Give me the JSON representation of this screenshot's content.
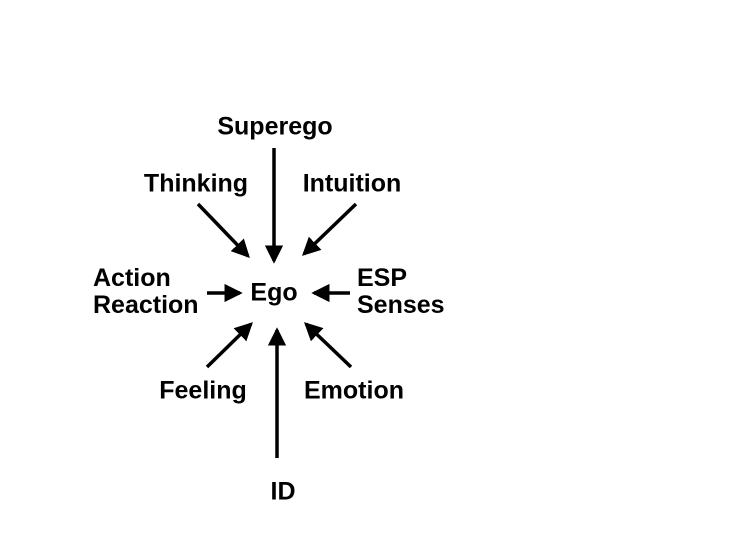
{
  "diagram": {
    "type": "converging-arrows",
    "description": "Eight labeled sources with arrows all pointing inward to a central Ego node",
    "center": {
      "label": "Ego"
    },
    "nodes": {
      "superego": {
        "label": "Superego",
        "position": "top"
      },
      "thinking": {
        "label": "Thinking",
        "position": "upper-left"
      },
      "intuition": {
        "label": "Intuition",
        "position": "upper-right"
      },
      "action_reaction": {
        "line1": "Action",
        "line2": "Reaction",
        "position": "left"
      },
      "esp_senses": {
        "line1": "ESP",
        "line2": "Senses",
        "position": "right"
      },
      "feeling": {
        "label": "Feeling",
        "position": "lower-left"
      },
      "emotion": {
        "label": "Emotion",
        "position": "lower-right"
      },
      "id": {
        "label": "ID",
        "position": "bottom"
      }
    },
    "edges": [
      {
        "from": "Superego",
        "to": "Ego"
      },
      {
        "from": "Thinking",
        "to": "Ego"
      },
      {
        "from": "Intuition",
        "to": "Ego"
      },
      {
        "from": "Action Reaction",
        "to": "Ego"
      },
      {
        "from": "ESP Senses",
        "to": "Ego"
      },
      {
        "from": "Feeling",
        "to": "Ego"
      },
      {
        "from": "Emotion",
        "to": "Ego"
      },
      {
        "from": "ID",
        "to": "Ego"
      }
    ],
    "colors": {
      "text": "#000000",
      "arrow": "#000000",
      "background": "#ffffff"
    }
  }
}
